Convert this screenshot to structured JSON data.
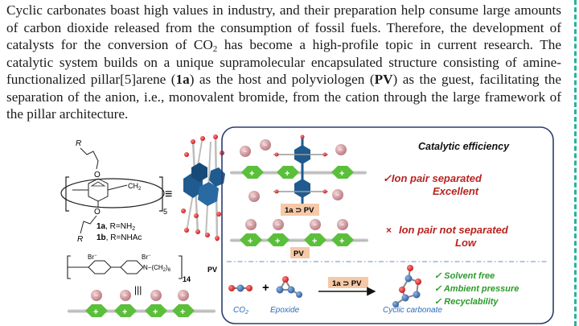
{
  "paragraph": {
    "s1": "Cyclic carbonates boast high values in industry, and their preparation help consume large amounts of carbon dioxide released from the consumption of fossil fuels. Therefore, the development of catalysts for the conversion of CO",
    "s1_sub": "2",
    "s2": " has become a high-profile topic in current research. The catalytic system builds on a unique supramolecular encapsulated structure consisting of amine-functionalized pillar[5]arene (",
    "bold1": "1a",
    "s3": ") as the host and polyviologen (",
    "bold2": "PV",
    "s4": ") as the guest, facilitating the separation of the anion, i.e., monovalent bromide, from the cation through the large framework of the pillar architecture."
  },
  "figure": {
    "left": {
      "r_top": "R",
      "r_bottom": "R",
      "ch2": "CH",
      "ch2_sub": "2",
      "n5": "5",
      "label_1a": "1a",
      "label_1a_r": ", R=NH",
      "label_1a_sub": "2",
      "label_1b": "1b",
      "label_1b_r": ", R=NHAc",
      "br1": "Br",
      "br2": "Br",
      "alkyl": "N−(CH",
      "alkyl_sub": "2",
      "alkyl_end": ")",
      "alkyl_n": "6",
      "n14": "14",
      "pv": "PV",
      "equiv": "≡",
      "vertical_equiv": "|||"
    },
    "right": {
      "heading": "Catalytic efficiency",
      "sep_mark": "✓",
      "sep_line1": "Ion pair separated",
      "sep_line2": "Excellent",
      "sep_tag": "1a ⊃ PV",
      "nonsep_mark": "×",
      "nonsep_line1": "Ion pair not separated",
      "nonsep_line2": "Low",
      "nonsep_tag": "PV",
      "reaction_tag": "1a ⊃ PV",
      "plus": "+",
      "co2_label": "CO",
      "co2_sub": "2",
      "epoxide_label": "Epoxide",
      "carbonate_label": "Cyclic carbonate",
      "benefit1": "✓ Solvent free",
      "benefit2": "✓ Ambient pressure",
      "benefit3": "✓ Recyclability"
    },
    "colors": {
      "hex_green": "#5bbf3c",
      "anion_pink": "#c98f95",
      "box_border": "#2b3d6b",
      "tag_bg": "#f5c9a8",
      "title_red": "#b8231f",
      "benefit_green": "#2a9a2a",
      "label_blue": "#2b6cb8",
      "dash_teal": "#27b39a"
    }
  }
}
